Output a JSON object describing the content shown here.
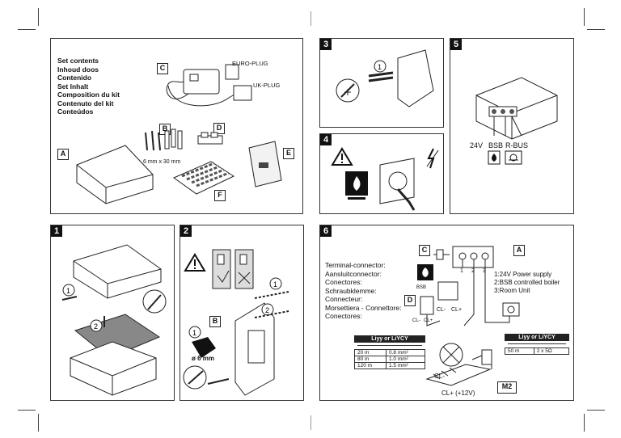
{
  "set_contents": {
    "lines": [
      "Set contents",
      "Inhoud doos",
      "Contenido",
      "Set Inhalt",
      "Composition du kit",
      "Contenuto del kit",
      "Conteúdos"
    ],
    "labels": {
      "A": "A",
      "B": "B",
      "C": "C",
      "D": "D",
      "E": "E",
      "F": "F"
    },
    "euro_plug": "EURO-PLUG",
    "uk_plug": "UK-PLUG",
    "screw_size": "6 mm x 30 mm"
  },
  "steps": {
    "s1": "1",
    "s2": "2",
    "s3": "3",
    "s4": "4",
    "s5": "5",
    "s6": "6"
  },
  "callouts": {
    "one": "1",
    "two": "2"
  },
  "step2": {
    "label_b": "B",
    "drill": "ø 6 mm"
  },
  "step5": {
    "v24": "24V",
    "bsb": "BSB",
    "rbus": "R-BUS"
  },
  "step6": {
    "label_c": "C",
    "label_a": "A",
    "label_d": "D",
    "label_m2": "M2",
    "terminal_lines": [
      "Terminal-connector:",
      "Aansluitconnector:",
      "Conectores:",
      "Schraubklemme:",
      "Connecteur:",
      "Morsettiera - Connettore:",
      "Conectores:"
    ],
    "legend": [
      "1:24V Power supply",
      "2:BSB controlled boiler",
      "3:Room Unit"
    ],
    "term_nums": [
      "1",
      "2",
      "3"
    ],
    "bsb": "BSB",
    "cl_minus": "CL-",
    "cl_plus": "CL+",
    "cl_plus_12v": "CL+ (+12V)",
    "cable_table_left": {
      "header": "Liyy or LiYCY",
      "rows": [
        [
          "20 m",
          "0.8 mm²"
        ],
        [
          "80 m",
          "1.0 mm²"
        ],
        [
          "120 m",
          "1.5 mm²"
        ]
      ]
    },
    "cable_table_right": {
      "header": "Liyy or LiYCY",
      "rows": [
        [
          "50 m",
          "2 x 5Ω"
        ]
      ]
    }
  }
}
